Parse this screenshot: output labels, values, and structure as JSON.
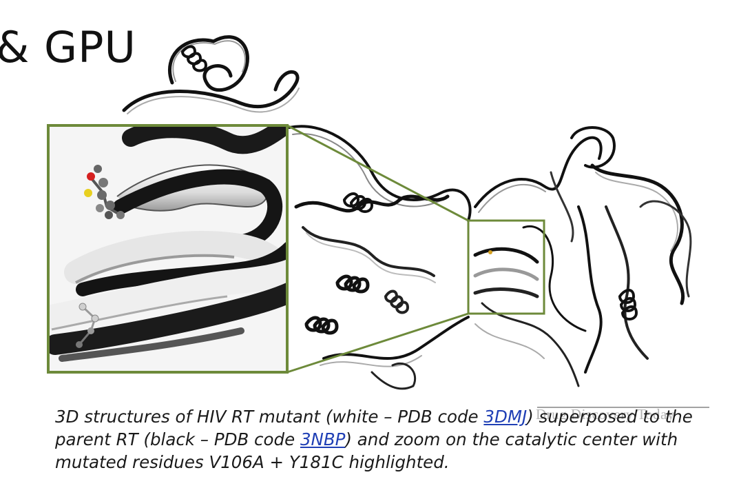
{
  "slide": {
    "title": "& GPU"
  },
  "figure": {
    "watermark": "Drug Discovery Today",
    "colors": {
      "frame": "#6d8a3a",
      "mutant": "#ffffff",
      "parent": "#111111",
      "oxygen_atom": "#d52020",
      "sulfur_atom": "#e8d020"
    }
  },
  "caption": {
    "part1": "3D structures of HIV RT mutant (white – PDB code ",
    "link1": "3DMJ",
    "part2": ") superposed to the parent RT (black – PDB code ",
    "link2": "3NBP",
    "part3": ") and zoom on the catalytic center with mutated residues V106A + Y181C highlighted."
  }
}
